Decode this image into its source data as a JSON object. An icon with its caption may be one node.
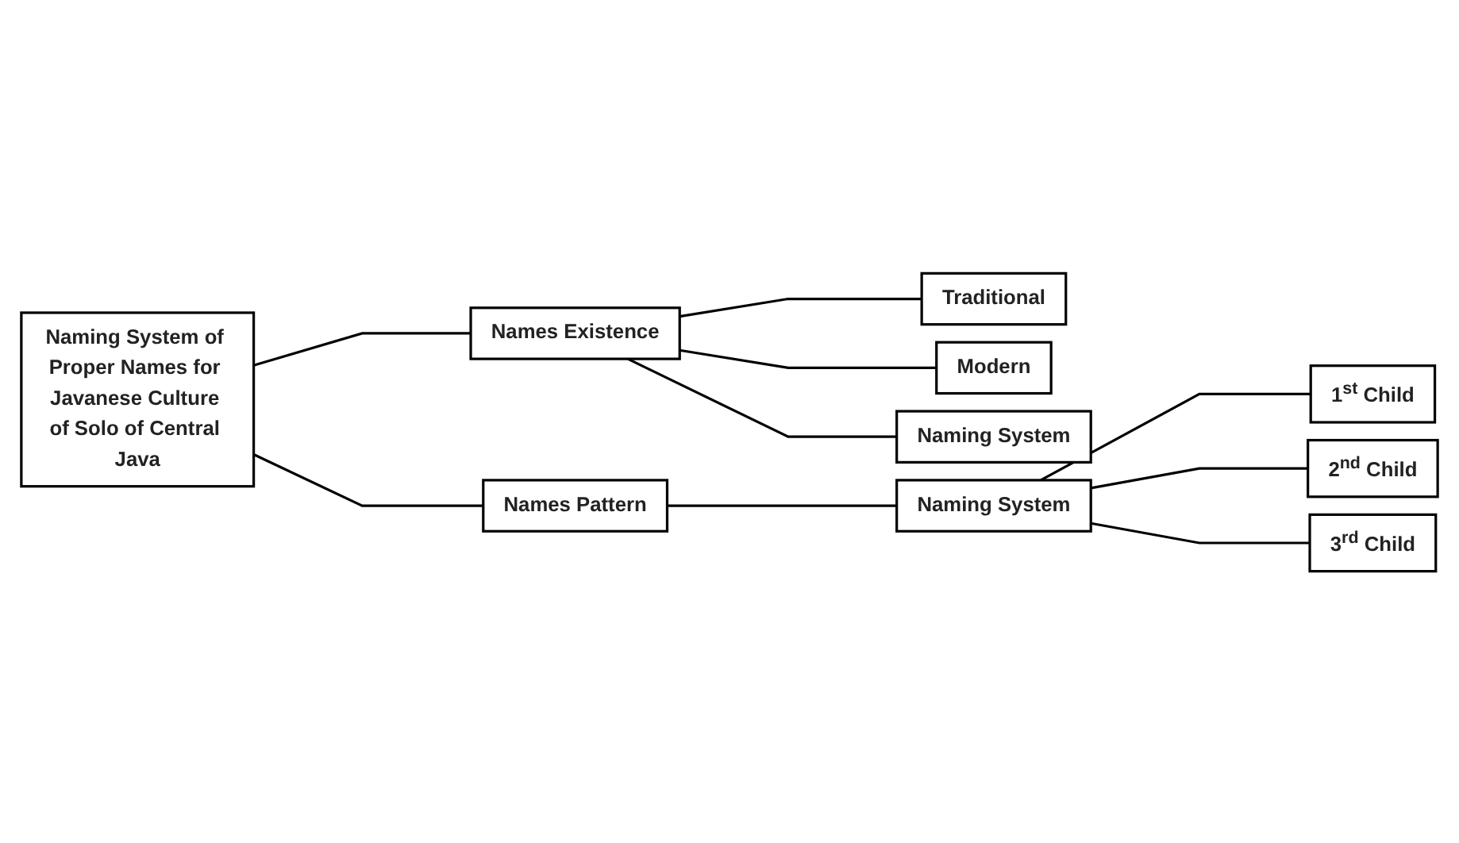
{
  "diagram": {
    "nodes": [
      {
        "text": [
          "Naming System of Proper Names for Javanese Culture of Solo of Central Java"
        ]
      },
      {
        "text": [
          "Names Existence"
        ]
      },
      {
        "text": [
          "Traditional"
        ]
      },
      {
        "text": [
          "Modern"
        ]
      },
      {
        "text": [
          "Naming System"
        ]
      },
      {
        "text": [
          "Names Pattern"
        ]
      },
      {
        "text": [
          "Naming System"
        ]
      },
      {
        "text": [
          "1$^{st}$ Child"
        ]
      },
      {
        "text": [
          "2$^{nd}$ Child"
        ]
      },
      {
        "text": [
          "3$^{rd}$ Child"
        ]
      }
    ],
    "edges": [
      {
        "from": 0,
        "to": 1,
        "arrow": "none"
      },
      {
        "from": 0,
        "to": 5,
        "arrow": "none"
      },
      {
        "from": 1,
        "to": 2,
        "arrow": "none"
      },
      {
        "from": 1,
        "to": 3,
        "arrow": "none"
      },
      {
        "from": 1,
        "to": 4,
        "arrow": "none"
      },
      {
        "from": 5,
        "to": 6,
        "arrow": "none"
      },
      {
        "from": 6,
        "to": 7,
        "arrow": "none"
      },
      {
        "from": 6,
        "to": 8,
        "arrow": "none"
      },
      {
        "from": 6,
        "to": 9,
        "arrow": "none"
      }
    ]
  }
}
